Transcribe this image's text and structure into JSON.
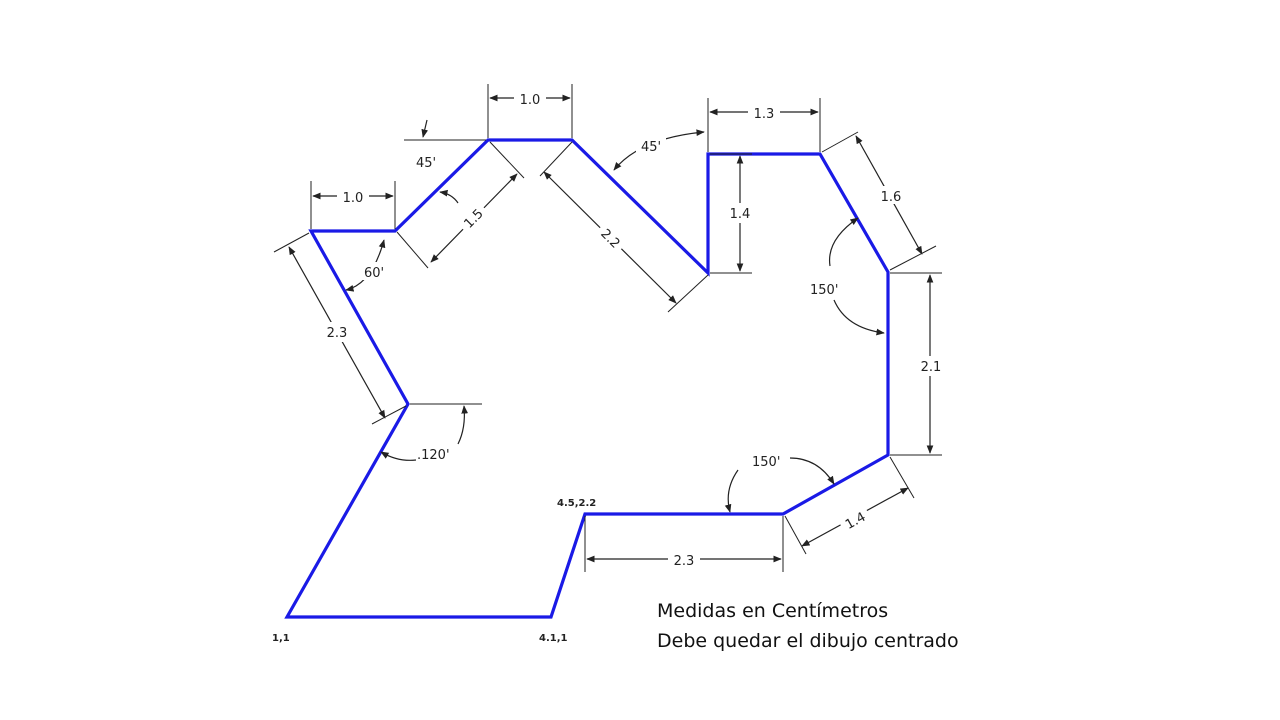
{
  "notes": {
    "line1": "Medidas en Centímetros",
    "line2": "Debe quedar el dibujo centrado"
  },
  "dimensions": {
    "top_1_0": "1.0",
    "top_1_3": "1.3",
    "left_1_0": "1.0",
    "d_1_5": "1.5",
    "d_2_2": "2.2",
    "v_1_4": "1.4",
    "d_1_6": "1.6",
    "left_2_3": "2.3",
    "v_2_1": "2.1",
    "d_1_4": "1.4",
    "bottom_2_3": "2.3"
  },
  "angles": {
    "a45_left": "45'",
    "a45_mid": "45'",
    "a60": "60'",
    "a120": ".120'",
    "a150_right": "150'",
    "a150_bottom": "150'"
  },
  "coordinates": {
    "origin": "1,1",
    "bottom_right": "4.1,1",
    "step": "4.5,2.2"
  },
  "colors": {
    "outline": "#1a1ae6",
    "dimension": "#222222"
  }
}
